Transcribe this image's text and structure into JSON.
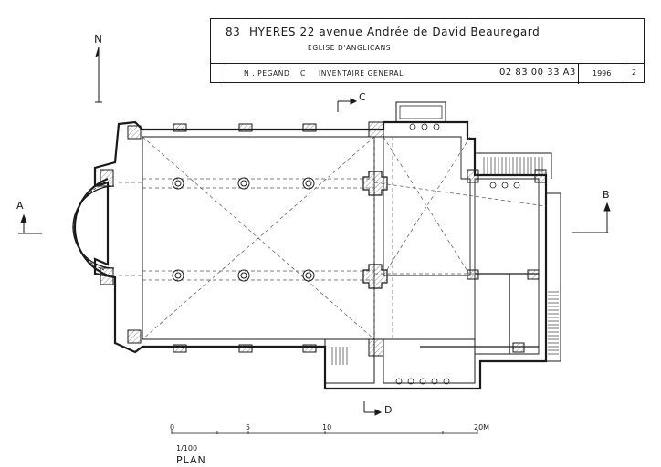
{
  "title_block": {
    "department": "83",
    "address": "HYERES  22 avenue  Andrée de David Beauregard",
    "building": "EGLISE D'ANGLICANS",
    "author": "N . PEGAND",
    "copyright": "C",
    "organisation": "INVENTAIRE GENERAL",
    "reference": "02 83 00 33 A3",
    "year": "1996",
    "sheet": "2"
  },
  "north_label": "N",
  "section_labels": {
    "a": "A",
    "b": "B",
    "c": "C",
    "d": "D"
  },
  "scale_bar": {
    "ticks": [
      "0",
      "5",
      "10",
      "20M"
    ],
    "ratio": "1/100"
  },
  "plan_label": "PLAN"
}
